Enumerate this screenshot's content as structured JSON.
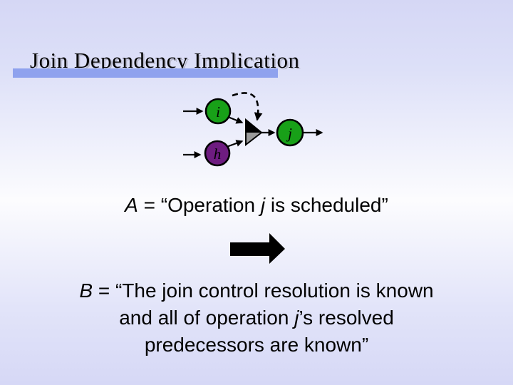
{
  "slide": {
    "title": "Join Dependency Implication"
  },
  "diagram": {
    "nodes": {
      "i": "i",
      "h": "h",
      "j": "j"
    },
    "colors": {
      "node_green": "#18a018",
      "node_purple": "#6e1c80",
      "join_gray": "#9a9a9a",
      "edge_black": "#000000",
      "accent_bar": "#8fa2ee"
    }
  },
  "statement_a": {
    "var": "A",
    "before_j": " = “Operation ",
    "var_j": "j",
    "after_j": " is scheduled”"
  },
  "statement_b": {
    "line1_var": "B",
    "line1_rest": " = “The join control resolution is known",
    "line2_before": "and all of operation ",
    "line2_var": "j",
    "line2_after": "’s resolved",
    "line3": "predecessors are known”"
  }
}
